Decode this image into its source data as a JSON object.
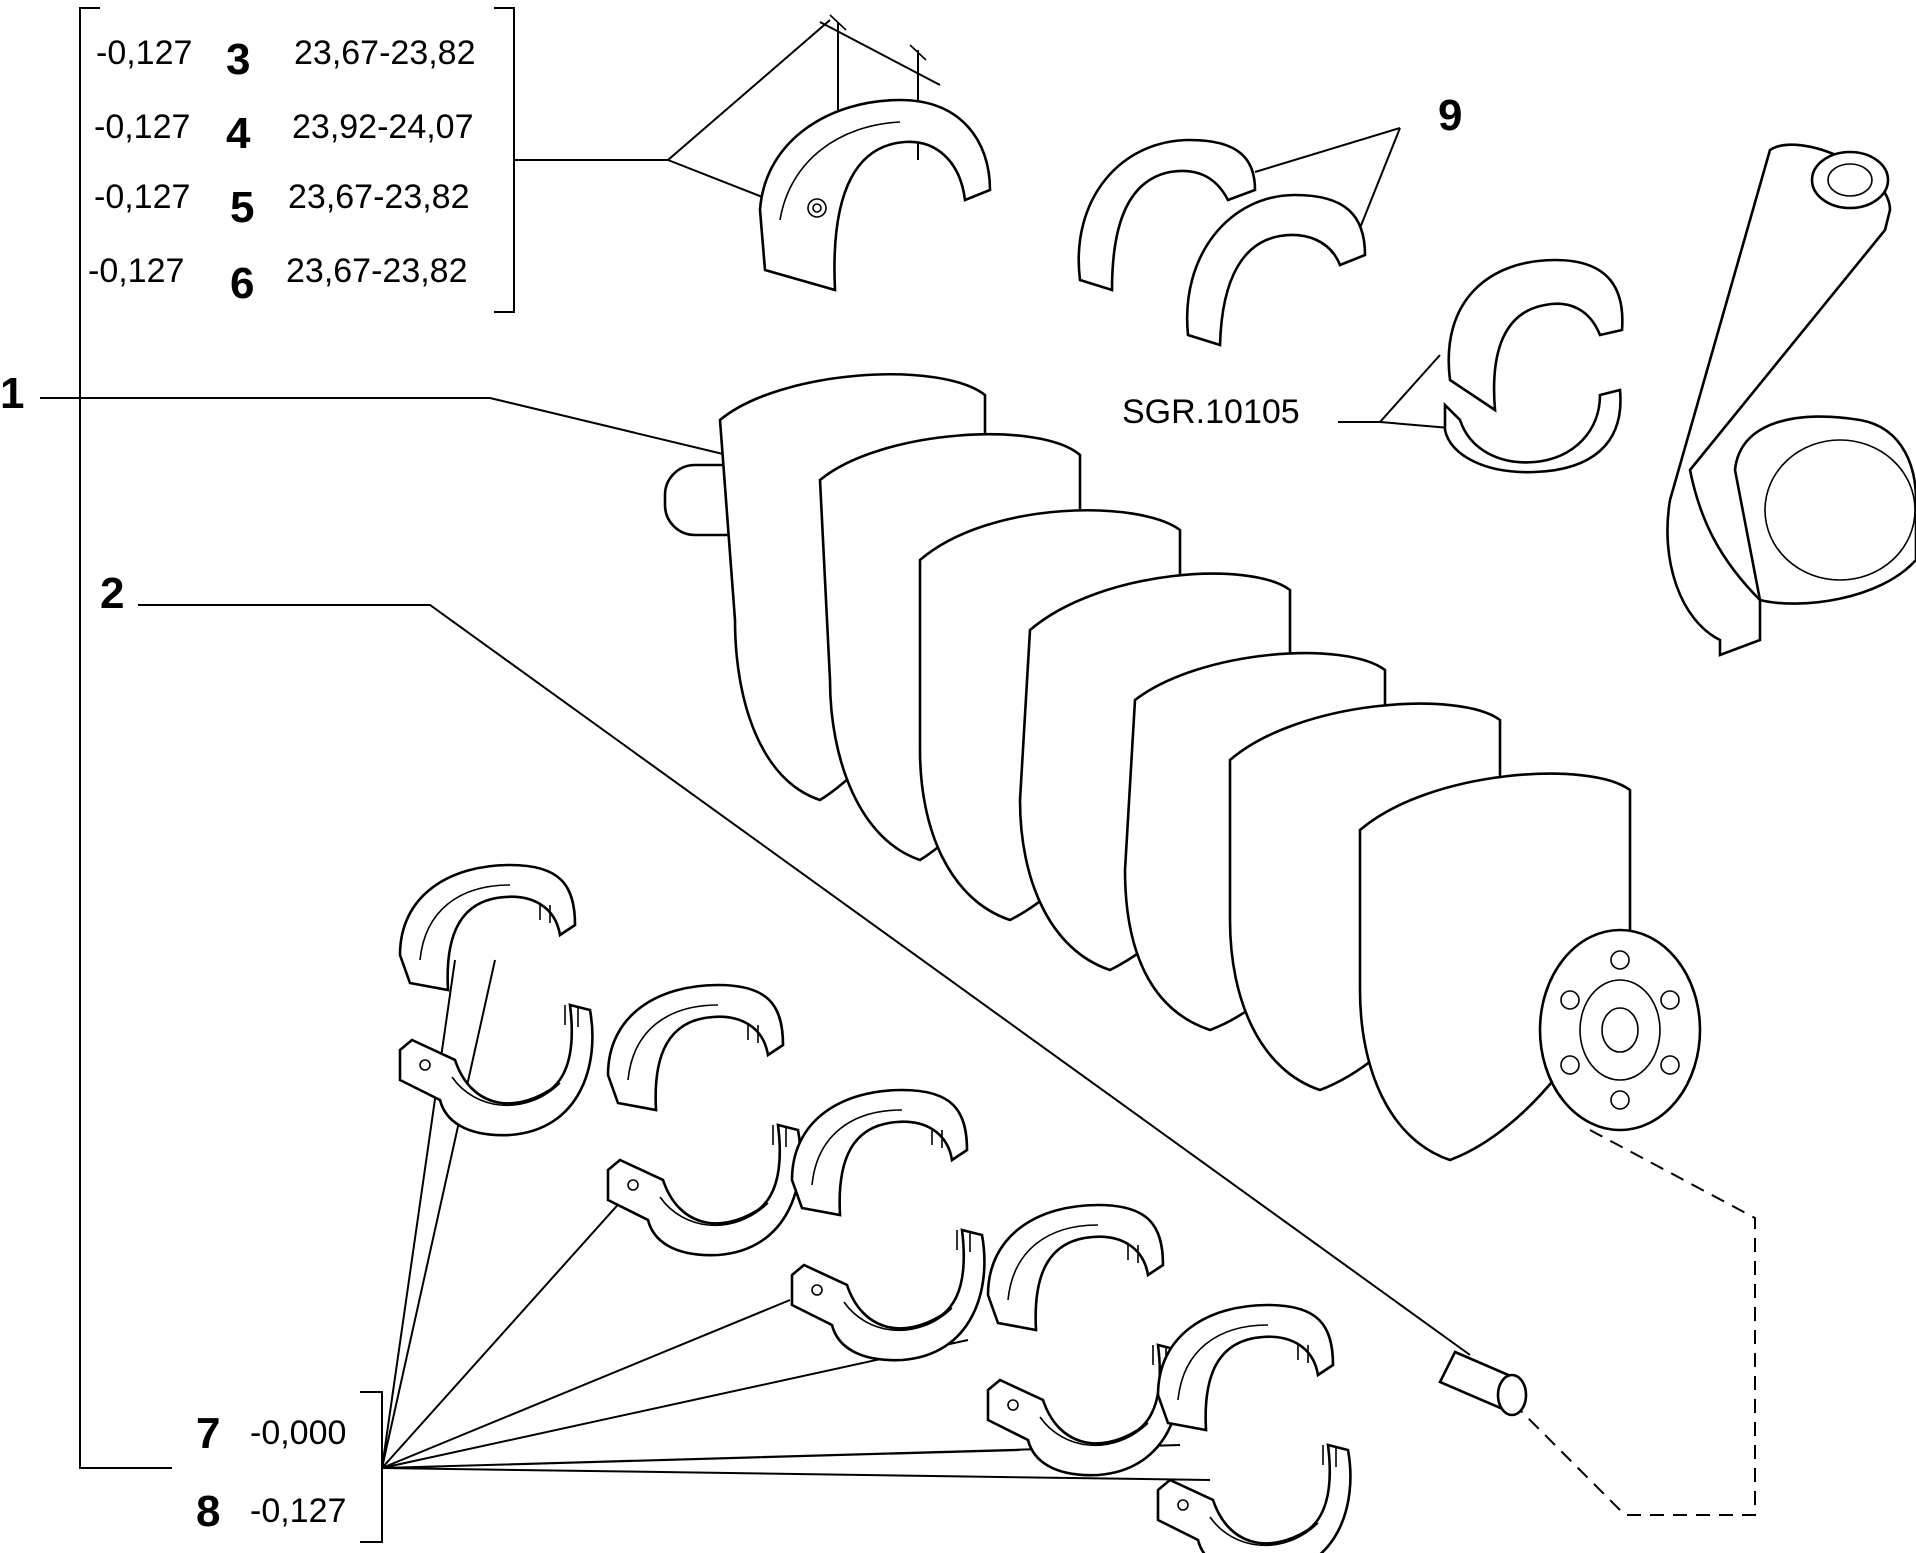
{
  "callouts": {
    "c1": "1",
    "c2": "2",
    "c9": "9",
    "sgr": "SGR.10105"
  },
  "top_table": [
    {
      "code": "-0,127",
      "num": "3",
      "range": "23,67-23,82"
    },
    {
      "code": "-0,127",
      "num": "4",
      "range": "23,92-24,07"
    },
    {
      "code": "-0,127",
      "num": "5",
      "range": "23,67-23,82"
    },
    {
      "code": "-0,127",
      "num": "6",
      "range": "23,67-23,82"
    }
  ],
  "bottom_table": [
    {
      "num": "7",
      "code": "-0,000"
    },
    {
      "num": "8",
      "code": "-0,127"
    }
  ]
}
